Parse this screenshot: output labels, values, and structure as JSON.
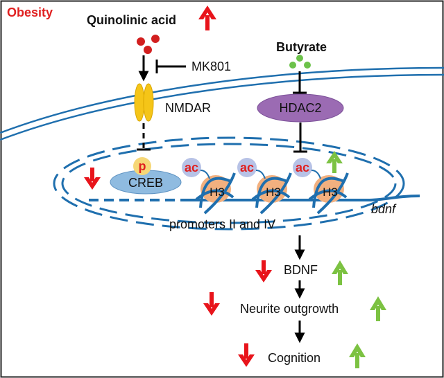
{
  "labels": {
    "condition": "Obesity",
    "quinolinic_acid": "Quinolinic acid",
    "butyrate": "Butyrate",
    "mk801": "MK801",
    "nmdar": "NMDAR",
    "hdac2": "HDAC2",
    "phospho": "p",
    "creb": "CREB",
    "acetyl": "ac",
    "histone": "H3",
    "gene": "bdnf",
    "promoters": "promoters II and IV",
    "bdnf_protein": "BDNF",
    "neurite": "Neurite outgrowth",
    "cognition": "Cognition"
  },
  "colors": {
    "red": "#e8141b",
    "green": "#7cc242",
    "membrane_blue": "#1f6fae",
    "quinolinic_dot": "#d21f1f",
    "butyrate_dot": "#6cc24a",
    "nmdar": "#f5c518",
    "hdac2": "#9b6bb3",
    "creb": "#8fbbe0",
    "phospho": "#f6d777",
    "acetyl": "#b7c2e6",
    "histone": "#f2b07f"
  }
}
